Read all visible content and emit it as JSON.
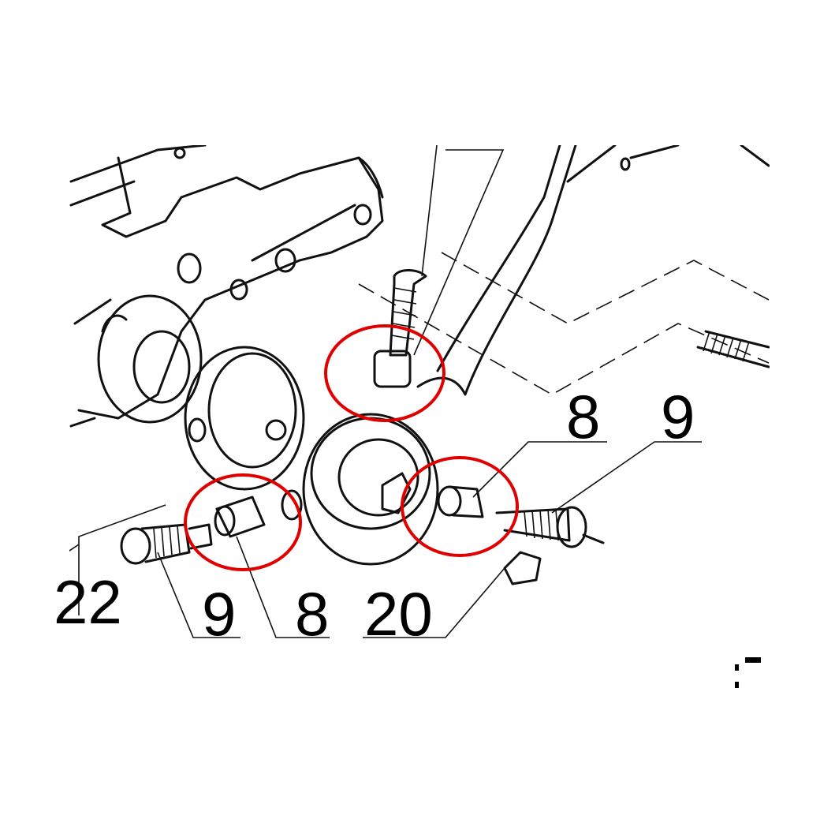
{
  "diagram": {
    "labels": {
      "upper_right_8": "8",
      "upper_right_9": "9",
      "lower_22": "22",
      "lower_9": "9",
      "lower_8": "8",
      "lower_20": "20"
    },
    "highlight_color": "#e00000"
  }
}
